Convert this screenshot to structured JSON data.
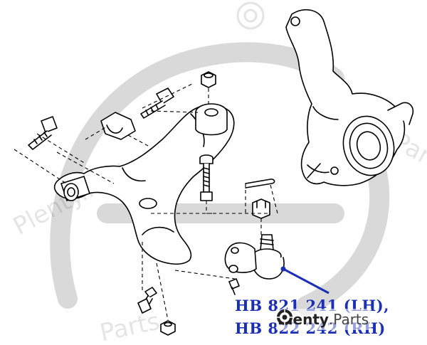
{
  "callouts": {
    "part_lh": "HB 821 241 (LH),",
    "part_rh": "HB 822 242 (RH)"
  },
  "brand": {
    "name": "Plenty",
    "domain": ".Parts"
  },
  "watermark": {
    "text_left": "Plenty.Parts",
    "text_right": "Plenty.Parts",
    "text_bottom": "Parts"
  },
  "colors": {
    "line": "#000000",
    "callout": "#1a2fb4",
    "watermark": "#cfcfcf"
  }
}
